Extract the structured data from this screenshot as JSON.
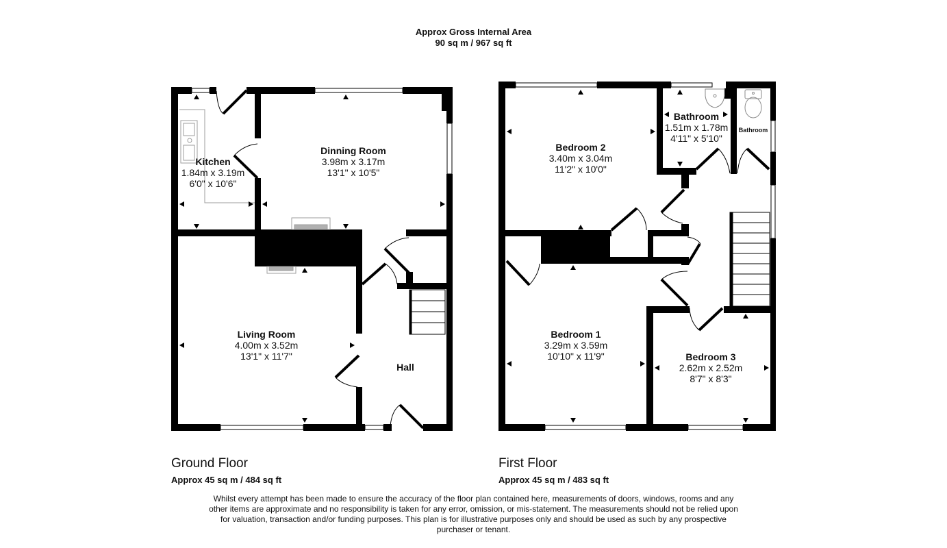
{
  "header": {
    "title": "Approx Gross Internal Area",
    "area": "90 sq m / 967 sq ft"
  },
  "floors": [
    {
      "name": "Ground Floor",
      "area": "Approx 45 sq m / 484 sq ft",
      "rooms": [
        {
          "name": "Kitchen",
          "metric": "1.84m x 3.19m",
          "imperial": "6'0\" x 10'6\""
        },
        {
          "name": "Dinning Room",
          "metric": "3.98m x 3.17m",
          "imperial": "13'1\" x 10'5\""
        },
        {
          "name": "Living Room",
          "metric": "4.00m x 3.52m",
          "imperial": "13'1\" x 11'7\""
        },
        {
          "name": "Hall"
        }
      ]
    },
    {
      "name": "First Floor",
      "area": "Approx 45 sq m / 483 sq ft",
      "rooms": [
        {
          "name": "Bedroom 2",
          "metric": "3.40m x 3.04m",
          "imperial": "11'2\" x 10'0\""
        },
        {
          "name": "Bathroom",
          "metric": "1.51m x 1.78m",
          "imperial": "4'11\" x 5'10\""
        },
        {
          "name": "Bathroom"
        },
        {
          "name": "Bedroom 1",
          "metric": "3.29m x 3.59m",
          "imperial": "10'10\" x 11'9\""
        },
        {
          "name": "Bedroom 3",
          "metric": "2.62m x 2.52m",
          "imperial": "8'7\" x 8'3\""
        }
      ]
    }
  ],
  "disclaimer": "Whilst every attempt has been made to ensure the accuracy of the floor plan contained here, measurements of doors, windows, rooms and any other items are approximate and no responsibility is taken for any error, omission, or mis-statement. The measurements should not be relied upon for valuation, transaction and/or funding purposes. This plan is for illustrative purposes only and should be used as such by any prospective purchaser or tenant.",
  "colors": {
    "wall": "#000000",
    "background": "#ffffff",
    "fixture": "#9e9e9e"
  }
}
